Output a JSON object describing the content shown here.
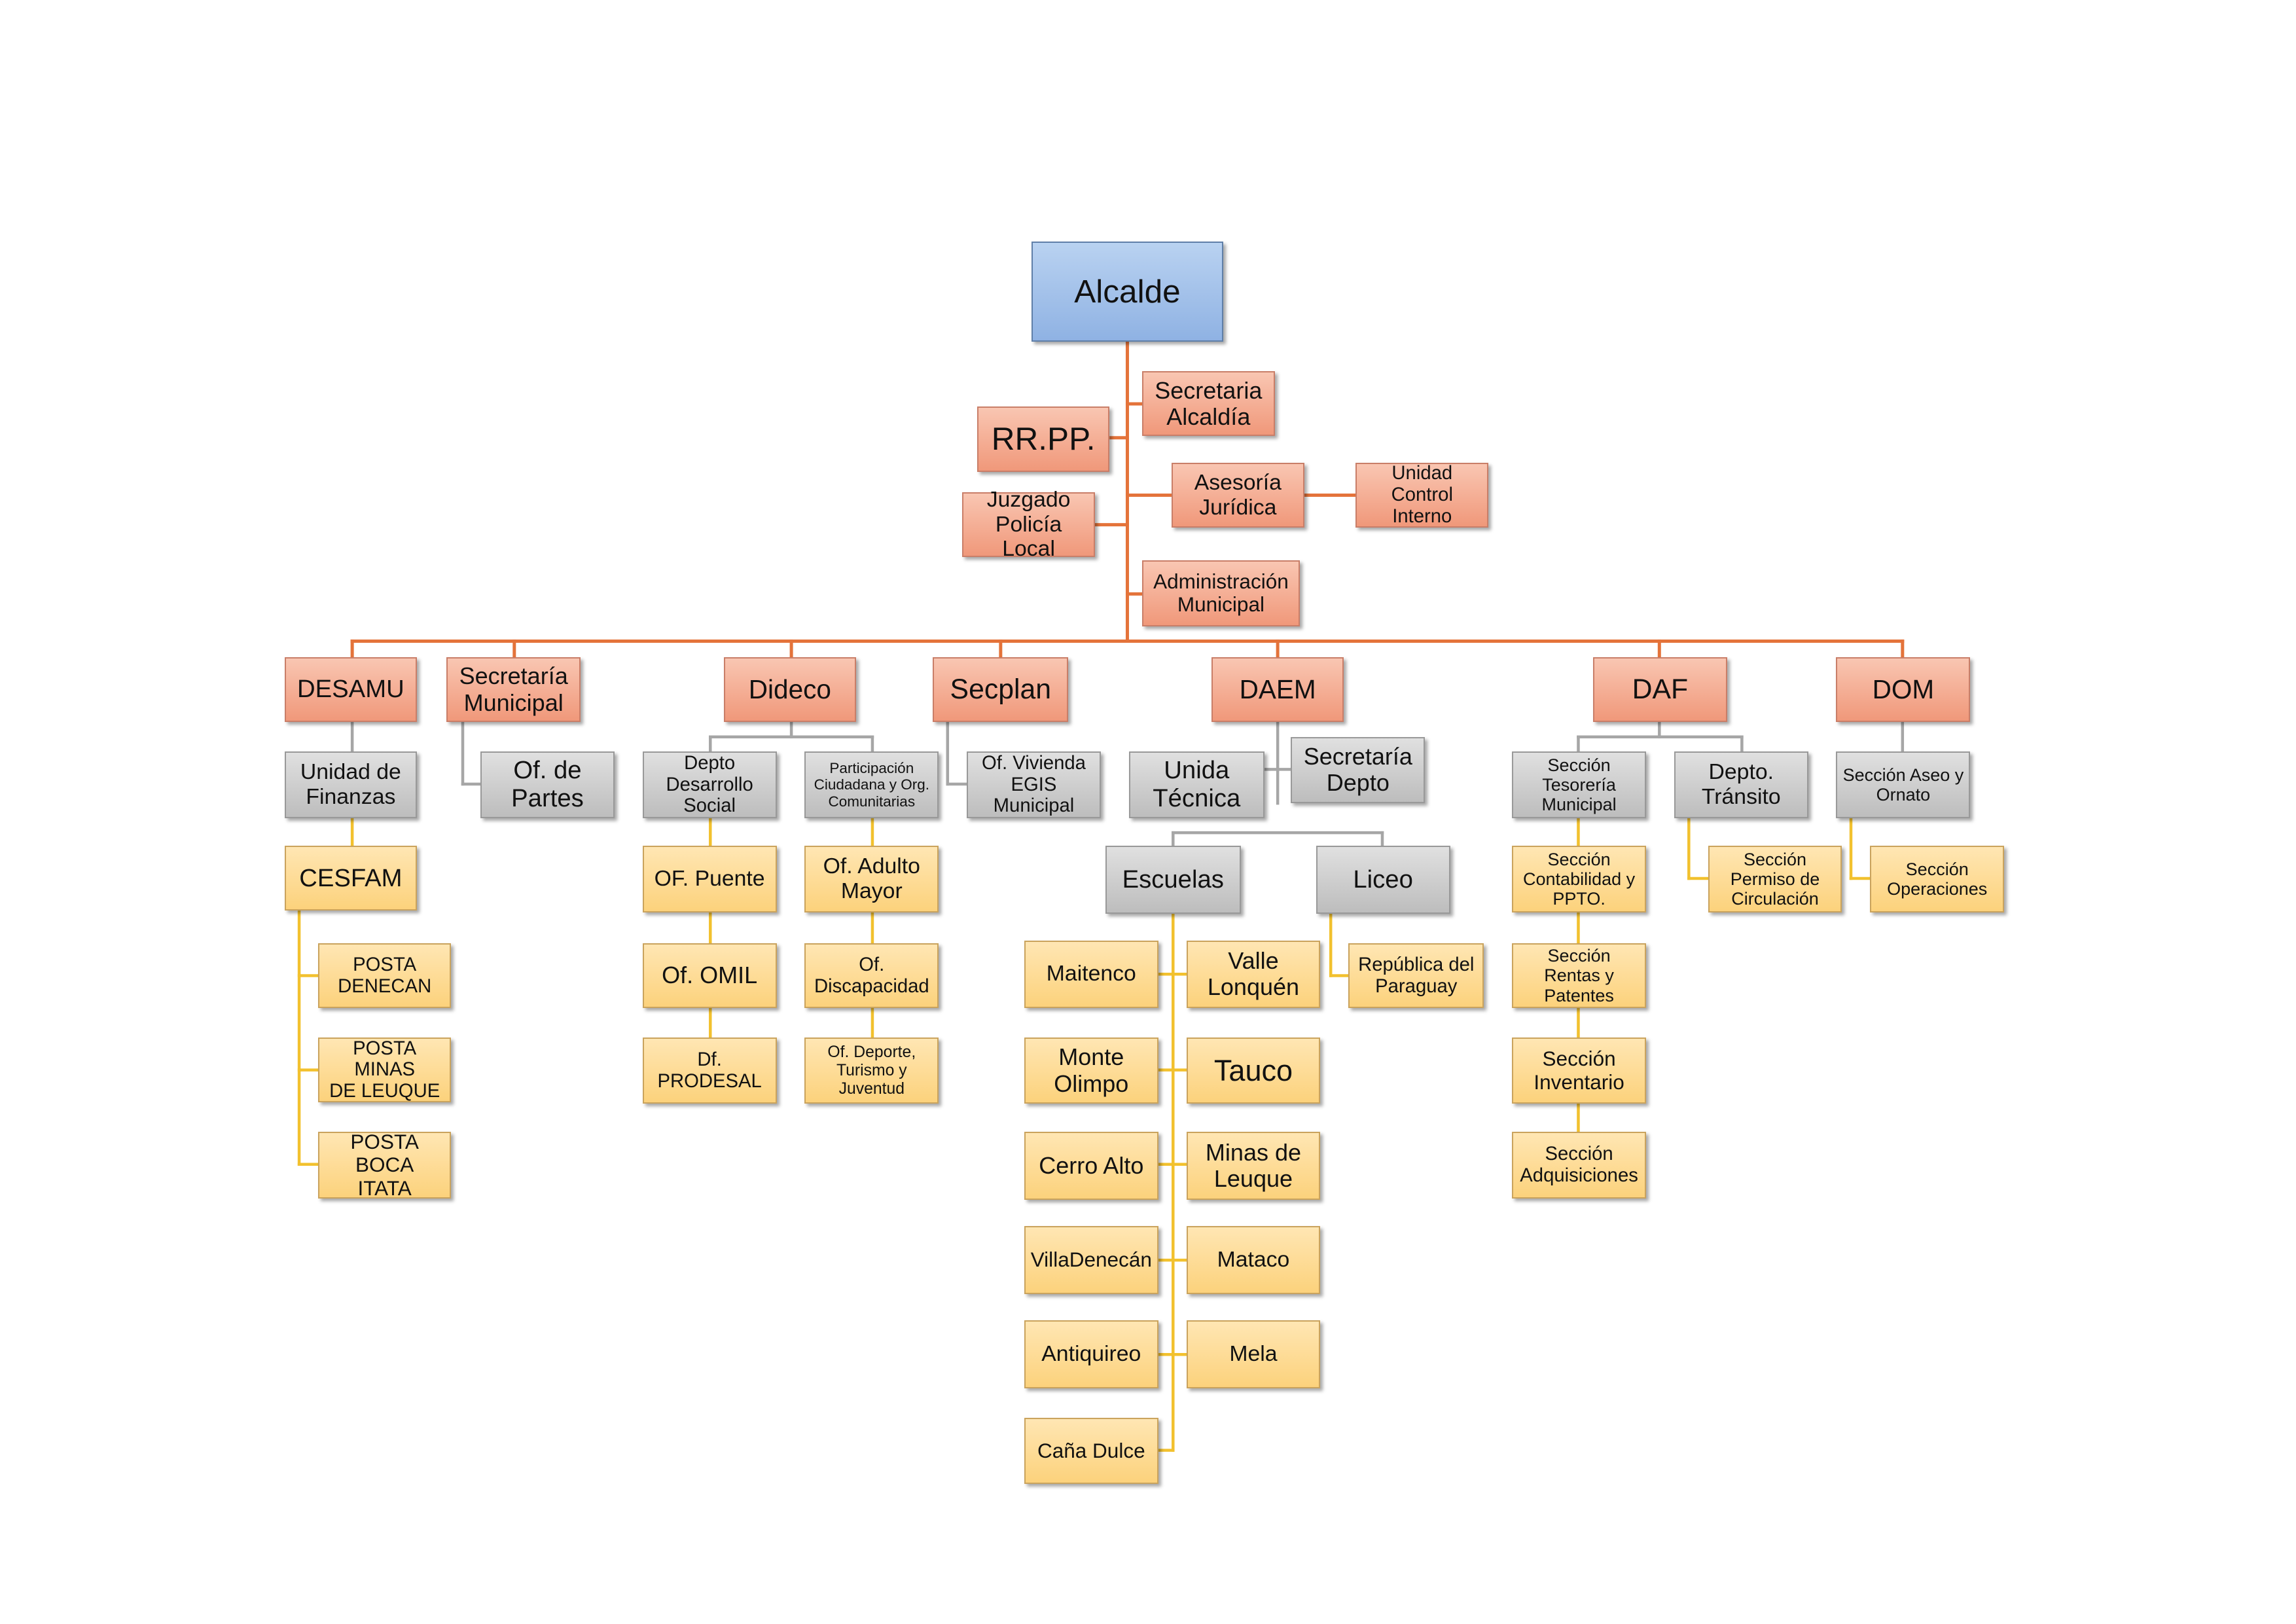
{
  "colors": {
    "orange_line": "#e4733a",
    "gray_line": "#a6a6a6",
    "yellow_line": "#f2c12e"
  },
  "nodes": {
    "alcalde": "Alcalde",
    "rrpp": "RR.PP.",
    "secretaria_alcaldia": "Secretaria\nAlcaldía",
    "asesoria_juridica": "Asesoría\nJurídica",
    "unidad_control_interno": "Unidad\nControl\nInterno",
    "juzgado": "Juzgado\nPolicía Local",
    "administracion_municipal": "Administración\nMunicipal",
    "desamu": "DESAMU",
    "secretaria_municipal": "Secretaría\nMunicipal",
    "dideco": "Dideco",
    "secplan": "Secplan",
    "daem": "DAEM",
    "daf": "DAF",
    "dom": "DOM",
    "unidad_finanzas": "Unidad de\nFinanzas",
    "cesfam": "CESFAM",
    "posta_denecan": "POSTA\nDENECAN",
    "posta_minas": "POSTA MINAS\nDE LEUQUE",
    "posta_boca": "POSTA BOCA\nITATA",
    "of_partes": "Of. de\nPartes",
    "depto_desarrollo_social": "Depto\nDesarrollo\nSocial",
    "participacion": "Participación\nCiudadana y Org.\nComunitarias",
    "of_puente": "OF. Puente",
    "of_omil": "Of. OMIL",
    "of_prodesal": "Df. PRODESAL",
    "of_adulto_mayor": "Of. Adulto\nMayor",
    "of_discapacidad": "Of.\nDiscapacidad",
    "of_deporte": "Of. Deporte,\nTurismo y\nJuventud",
    "of_vivienda": "Of. Vivienda\nEGIS\nMunicipal",
    "unidad_tecnica": "Unida\nTécnica",
    "secretaria_depto": "Secretaría\nDepto",
    "escuelas": "Escuelas",
    "liceo": "Liceo",
    "maitenco": "Maitenco",
    "monte_olimpo": "Monte\nOlimpo",
    "cerro_alto": "Cerro Alto",
    "villadenecan": "VillaDenecán",
    "antiquireo": "Antiquireo",
    "cana_dulce": "Caña Dulce",
    "valle_lonquen": "Valle\nLonquén",
    "tauco": "Tauco",
    "minas_leuque": "Minas de\nLeuque",
    "mataco": "Mataco",
    "mela": "Mela",
    "republica_paraguay": "República del\nParaguay",
    "seccion_tesoreria": "Sección\nTesorería\nMunicipal",
    "depto_transito": "Depto.\nTránsito",
    "seccion_contabilidad": "Sección\nContabilidad y\nPPTO.",
    "seccion_rentas": "Sección\nRentas y\nPatentes",
    "seccion_inventario": "Sección\nInventario",
    "seccion_adquisiciones": "Sección\nAdquisiciones",
    "seccion_permiso": "Sección\nPermiso de\nCirculación",
    "seccion_aseo": "Sección Aseo y\nOrnato",
    "seccion_operaciones": "Sección\nOperaciones"
  }
}
